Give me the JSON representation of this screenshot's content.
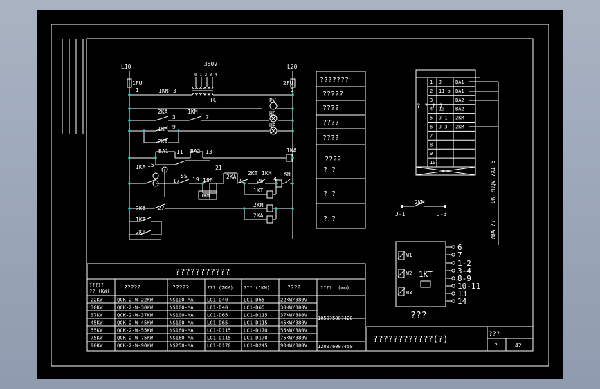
{
  "circuit": {
    "supply_left": "L10",
    "supply_right": "L20",
    "voltage": "~380V",
    "fuse_left": "1FU",
    "fuse_right": "2FU",
    "node_1": "1",
    "node_2": "2",
    "node_3": "3",
    "node_7": "7",
    "node_9": "9",
    "node_11": "11",
    "node_13": "13",
    "node_15": "15",
    "node_17": "17",
    "node_19": "19",
    "node_21": "21",
    "node_23": "23",
    "node_25": "25",
    "node_27": "27",
    "node_4": "4",
    "transformer": "TC",
    "pv": "PV",
    "hg": "HG",
    "hr": "HR",
    "km": "1KM",
    "ka1": "1KA",
    "ka2": "2KA",
    "ba1": "BA1",
    "ba2": "BA2",
    "ss": "SS",
    "sf": "1SF",
    "kt1": "1KT",
    "kt2": "2KT",
    "kh": "KH",
    "km2": "2KM",
    "tc_taps": "0 1 2 3 4"
  },
  "side_labels": {
    "rows": [
      "???????",
      "?????",
      "????",
      "????",
      "????",
      "????",
      "?",
      "?",
      "?",
      "?",
      "?"
    ],
    "boxed": [
      "? ?",
      "? ?",
      "? ?"
    ]
  },
  "terminal": {
    "rows": [
      {
        "n": "1",
        "a": "J",
        "b": "BA1"
      },
      {
        "n": "2",
        "a": "11 o",
        "b": "BA1"
      },
      {
        "n": "3",
        "a": "",
        "b": "BA2"
      },
      {
        "n": "4",
        "a": "13",
        "b": "BA2"
      },
      {
        "n": "5",
        "a": "J-1",
        "b": "2KM"
      },
      {
        "n": "6",
        "a": "J-3",
        "b": "2KM"
      },
      {
        "n": "7",
        "a": "",
        "b": ""
      },
      {
        "n": "8",
        "a": "",
        "b": ""
      },
      {
        "n": "9",
        "a": "",
        "b": ""
      },
      {
        "n": "10",
        "a": "",
        "b": ""
      }
    ],
    "side_marks": "? ? ? ?",
    "cable": "DK-?RQV-7X1.5",
    "cable2": "?BA ??",
    "contact": "2KM",
    "j1": "J-1",
    "j3": "J-3"
  },
  "relay": {
    "label": "1KT",
    "w1": "W1",
    "w2": "W2",
    "w3": "W3",
    "pins": [
      "6",
      "7",
      "1-2",
      "3-4",
      "8-9",
      "10-11",
      "13",
      "14"
    ],
    "caption": "???"
  },
  "table": {
    "title": "???????????",
    "headers": [
      "?????\n?? (KW)",
      "?????",
      "?????",
      "??? (2KM)",
      "??? (1KM)",
      "????",
      "????  (mm)"
    ],
    "rows": [
      [
        "22KW",
        "QCK-2-W-22KW",
        "NS100-MA",
        "LC1-D40",
        "LC1-D65",
        "22KW/380V"
      ],
      [
        "30KW",
        "QCK-2-W-30KW",
        "NS100-MA",
        "LC1-D40",
        "LC1-D65",
        "30KW/380V"
      ],
      [
        "37KW",
        "QCK-2-W-37KW",
        "NS100-MA",
        "LC1-D65",
        "LC1-D115",
        "37KW/380V"
      ],
      [
        "45KW",
        "QCK-2-W-45KW",
        "NS100-MA",
        "LC1-D65",
        "LC1-D115",
        "45KW/380V"
      ],
      [
        "55KW",
        "QCK-2-W-55KW",
        "NS160-MA",
        "LC1-D115",
        "LC1-D170",
        "55KW/380V"
      ],
      [
        "75KW",
        "QCK-2-W-75KW",
        "NS160-MA",
        "LC1-D115",
        "LC1-D170",
        "75KW/380V"
      ],
      [
        "90KW",
        "QCK-2-W-90KW",
        "NS250-MA",
        "LC1-D170",
        "LC1-D245",
        "90KW/380V"
      ]
    ],
    "dim_1": "1050?500?420",
    "dim_2": "1200?600?450"
  },
  "title_block": {
    "name": "????????????(?)",
    "field_a": "???",
    "field_b": "?",
    "sheet": "42"
  }
}
